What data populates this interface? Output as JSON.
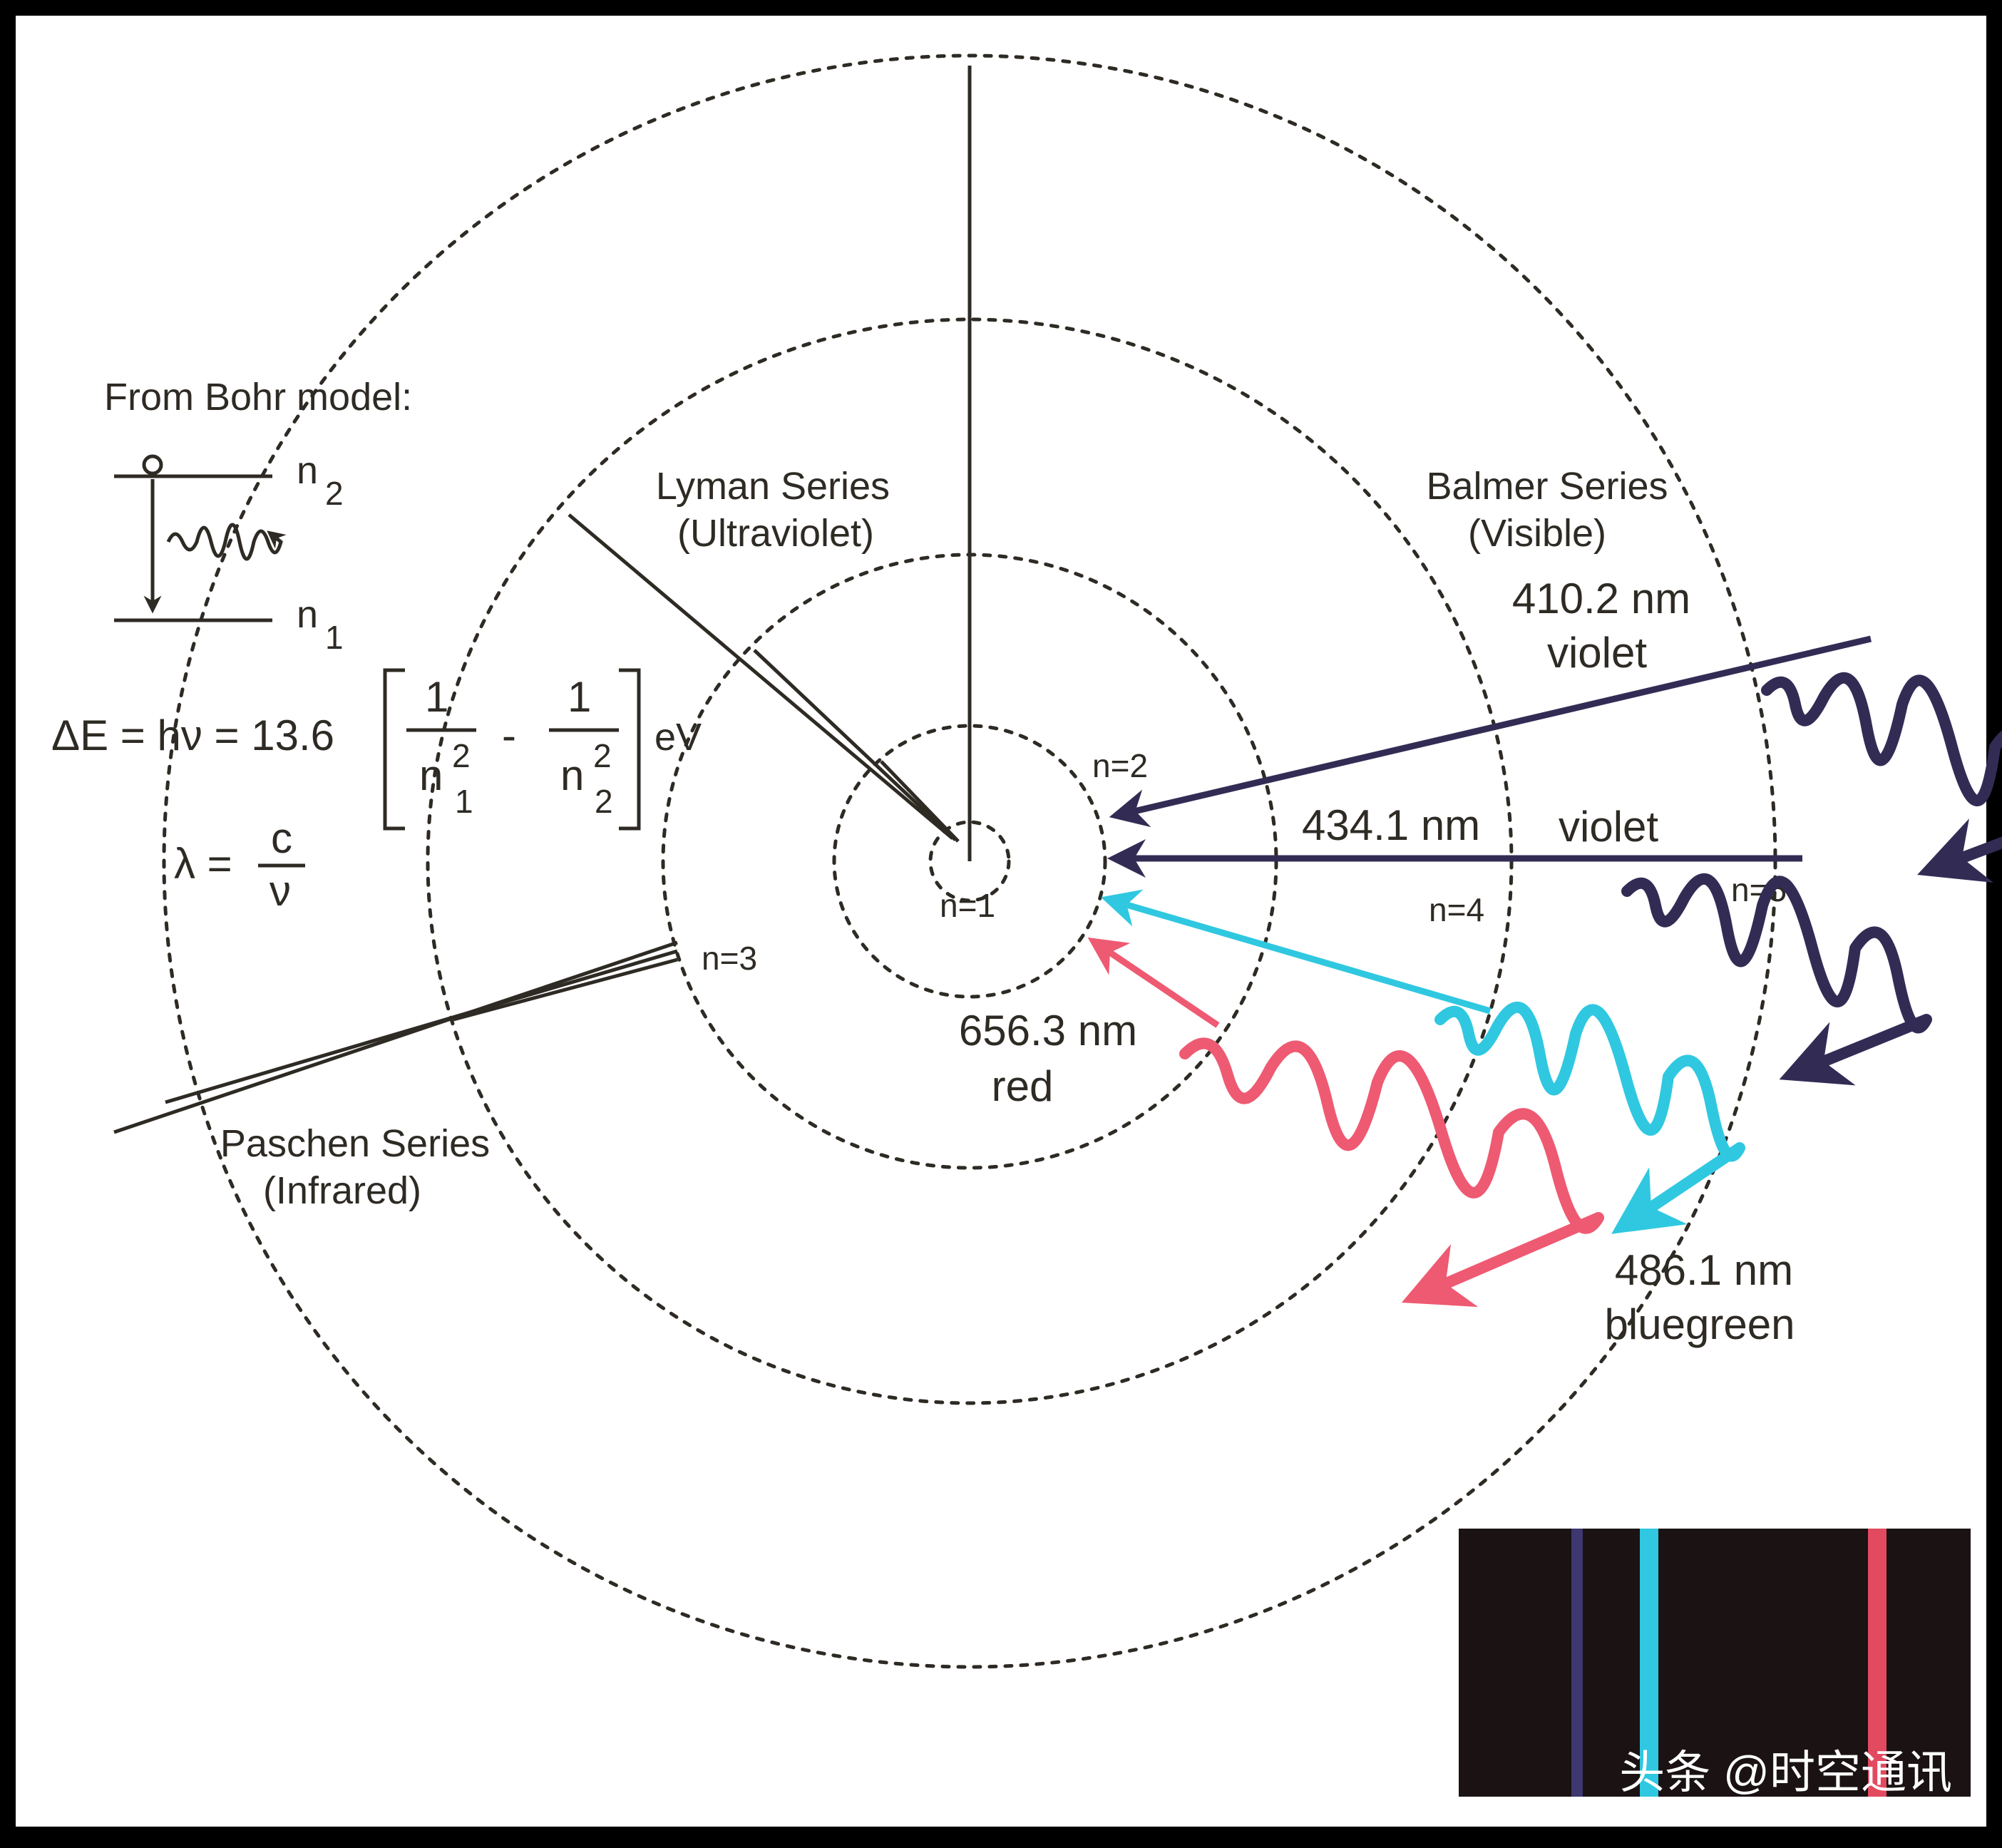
{
  "bohr": {
    "title": "From Bohr model:",
    "n2": "n",
    "n2_sub": "2",
    "n1": "n",
    "n1_sub": "1",
    "eq_left": "ΔE = hν = 13.6",
    "frac_one": "1",
    "frac_n": "n",
    "sup2": "2",
    "sub1": "1",
    "sub2": "2",
    "minus": "-",
    "unit": "eV",
    "lambda_left": "λ =",
    "lambda_c": "c",
    "lambda_nu": "ν"
  },
  "levels": {
    "n1": "n=1",
    "n2": "n=2",
    "n3": "n=3",
    "n4": "n=4",
    "n5": "n=5"
  },
  "series": {
    "lyman_name": "Lyman Series",
    "lyman_band": "(Ultraviolet)",
    "balmer_name": "Balmer Series",
    "balmer_band": "(Visible)",
    "paschen_name": "Paschen Series",
    "paschen_band": "(Infrared)"
  },
  "lines": {
    "l410_wave": "410.2 nm",
    "l410_color": "violet",
    "l434_wave": "434.1 nm",
    "l434_color": "violet",
    "l486_wave": "486.1 nm",
    "l486_color": "bluegreen",
    "l656_wave": "656.3 nm",
    "l656_color": "red"
  },
  "watermark": "头条 @时空通讯",
  "colors": {
    "violet": "#322c55",
    "bluegreen": "#2fc8e0",
    "red": "#ee5a72",
    "ink": "#2e2a24",
    "spectrum_bg": "#1a1213"
  }
}
